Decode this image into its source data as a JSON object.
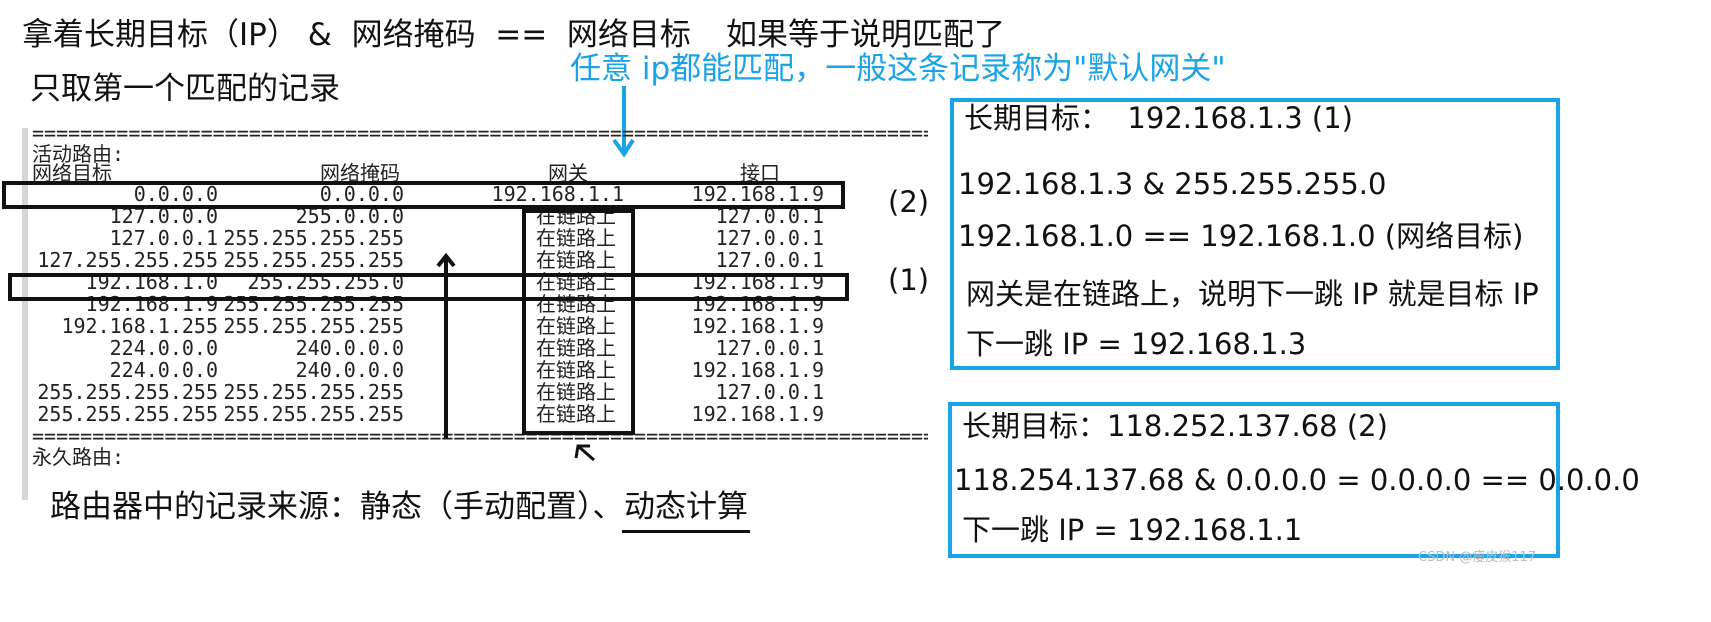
{
  "header": {
    "line1_left": "拿着长期目标（IP） &  网络掩码  ==  网络目标",
    "line1_right": "如果等于说明匹配了",
    "line2": "只取第一个匹配的记录",
    "blue_annotation": "任意 ip都能匹配，一般这条记录称为\"默认网关\""
  },
  "route_table": {
    "separator": "===========================================================================",
    "section_title": "活动路由:",
    "columns": [
      "网络目标",
      "网络掩码",
      "网关",
      "接口"
    ],
    "rows": [
      [
        "0.0.0.0",
        "0.0.0.0",
        "192.168.1.1",
        "192.168.1.9"
      ],
      [
        "127.0.0.0",
        "255.0.0.0",
        "在链路上",
        "127.0.0.1"
      ],
      [
        "127.0.0.1",
        "255.255.255.255",
        "在链路上",
        "127.0.0.1"
      ],
      [
        "127.255.255.255",
        "255.255.255.255",
        "在链路上",
        "127.0.0.1"
      ],
      [
        "192.168.1.0",
        "255.255.255.0",
        "在链路上",
        "192.168.1.9"
      ],
      [
        "192.168.1.9",
        "255.255.255.255",
        "在链路上",
        "192.168.1.9"
      ],
      [
        "192.168.1.255",
        "255.255.255.255",
        "在链路上",
        "192.168.1.9"
      ],
      [
        "224.0.0.0",
        "240.0.0.0",
        "在链路上",
        "127.0.0.1"
      ],
      [
        "224.0.0.0",
        "240.0.0.0",
        "在链路上",
        "192.168.1.9"
      ],
      [
        "255.255.255.255",
        "255.255.255.255",
        "在链路上",
        "127.0.0.1"
      ],
      [
        "255.255.255.255",
        "255.255.255.255",
        "在链路上",
        "192.168.1.9"
      ]
    ],
    "footer_title": "永久路由:"
  },
  "markers": {
    "mark_2": "(2)",
    "mark_1": "(1)"
  },
  "box1": {
    "line1": "长期目标：  192.168.1.3 (1)",
    "line2": "192.168.1.3 & 255.255.255.0",
    "line3": "192.168.1.0 == 192.168.1.0 (网络目标)",
    "line4": "网关是在链路上，说明下一跳 IP 就是目标 IP",
    "line5": "下一跳 IP = 192.168.1.3"
  },
  "box2": {
    "line1": "长期目标：118.252.137.68 (2)",
    "line2": "118.254.137.68 & 0.0.0.0 = 0.0.0.0 == 0.0.0.0",
    "line3": "下一跳 IP = 192.168.1.1"
  },
  "bottom": {
    "text_a": "路由器中的记录来源：静态（手动配置）、",
    "text_b": "动态计算"
  },
  "watermark": "CSDN @瘦皮猴117",
  "colors": {
    "accent_blue": "#1aa3e6",
    "ink": "#111111"
  }
}
